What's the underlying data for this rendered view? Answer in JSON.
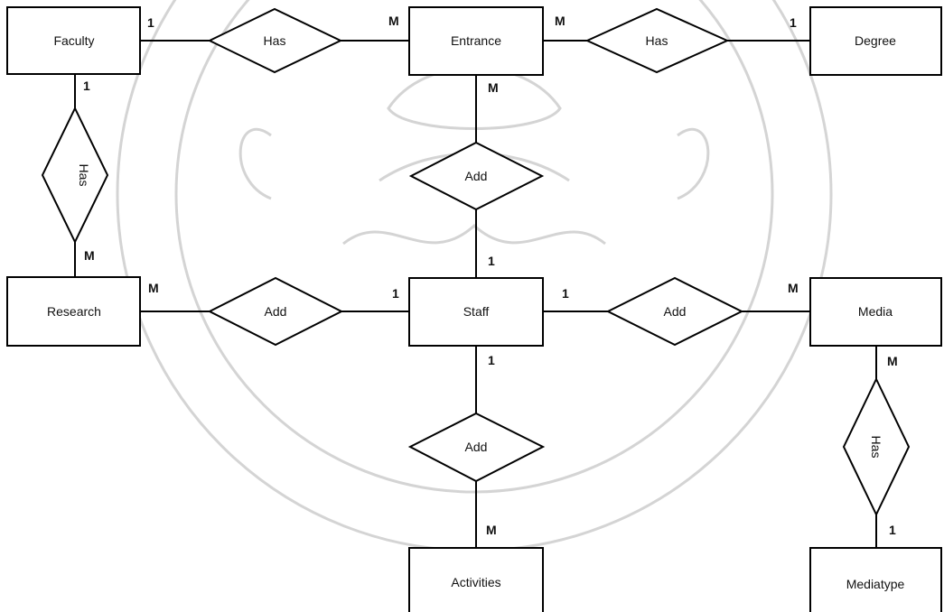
{
  "entities": {
    "faculty": "Faculty",
    "entrance": "Entrance",
    "degree": "Degree",
    "research": "Research",
    "staff": "Staff",
    "media": "Media",
    "activities": "Activities",
    "mediatype": "Mediatype"
  },
  "relationships": {
    "faculty_entrance": "Has",
    "entrance_degree": "Has",
    "faculty_research": "Has",
    "entrance_staff": "Add",
    "research_staff": "Add",
    "staff_media": "Add",
    "staff_activities": "Add",
    "media_mediatype": "Has"
  },
  "cardinalities": {
    "faculty_to_has": "1",
    "entrance_to_has_left": "M",
    "entrance_to_has_right": "M",
    "degree_to_has": "1",
    "faculty_down": "1",
    "research_up": "M",
    "entrance_down": "M",
    "staff_up": "1",
    "research_right": "M",
    "staff_left": "1",
    "staff_right": "1",
    "media_left": "M",
    "staff_down": "1",
    "activities_up": "M",
    "media_down": "M",
    "mediatype_up": "1"
  },
  "watermark": {
    "icon": "university-seal-watermark-icon",
    "color": "#d0d0d0"
  }
}
